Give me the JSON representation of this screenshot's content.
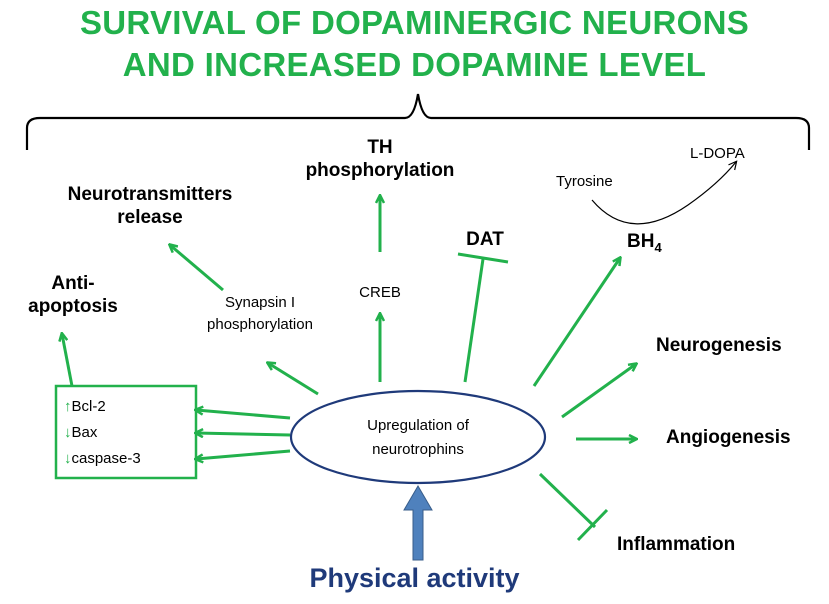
{
  "title": {
    "line1": "SURVIVAL OF DOPAMINERGIC NEURONS",
    "line2": "AND INCREASED DOPAMINE LEVEL"
  },
  "nodes": {
    "th": {
      "line1": "TH",
      "line2": "phosphorylation"
    },
    "neurotransmitters": {
      "line1": "Neurotransmitters",
      "line2": "release"
    },
    "anti_apoptosis": {
      "line1": "Anti-",
      "line2": "apoptosis"
    },
    "synapsin": {
      "line1": "Synapsin I",
      "line2": "phosphorylation"
    },
    "creb": "CREB",
    "dat": "DAT",
    "tyrosine": "Tyrosine",
    "ldopa": "L-DOPA",
    "bh4": {
      "main": "BH",
      "sub": "4"
    },
    "neurogenesis": "Neurogenesis",
    "angiogenesis": "Angiogenesis",
    "inflammation": "Inflammation",
    "center": {
      "line1": "Upregulation of",
      "line2": "neurotrophins"
    },
    "physical_activity": "Physical activity"
  },
  "box_items": [
    {
      "label": "Bcl-2",
      "direction": "up",
      "glyph": "↑"
    },
    {
      "label": "Bax",
      "direction": "down",
      "glyph": "↓"
    },
    {
      "label": "caspase-3",
      "direction": "down",
      "glyph": "↓"
    }
  ],
  "colors": {
    "title_green": "#22b14c",
    "arrow_green": "#22b14c",
    "ellipse_stroke": "#1f3a7a",
    "physical_activity_text": "#1f3a7a",
    "physical_activity_arrow": "#4f81bd"
  }
}
